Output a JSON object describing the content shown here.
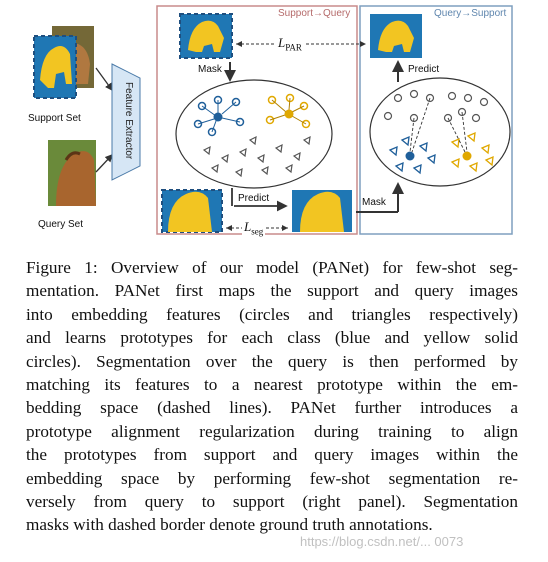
{
  "figure": {
    "support_set_label": "Support Set",
    "query_set_label": "Query Set",
    "feature_extractor_label": "Feature Extractor",
    "panel_left_title": "Support→Query",
    "panel_right_title": "Query→Support",
    "mask_label_top": "Mask",
    "mask_label_right": "Mask",
    "predict_label_bottom": "Predict",
    "predict_label_right": "Predict",
    "loss_par": "L",
    "loss_par_sub": "PAR",
    "loss_seg": "L",
    "loss_seg_sub": "seg",
    "colors": {
      "mask_blue": "#1f77b4",
      "mask_yellow": "#f2c522",
      "left_panel_border": "#c98b8b",
      "right_panel_border": "#7f9fbf",
      "extractor_fill": "#d6e6f5",
      "proto_blue": "#1f5f9a",
      "proto_yellow": "#e0a800"
    }
  },
  "caption": {
    "lines": [
      "Figure 1: Overview of our model (PANet) for few-shot seg-",
      "mentation. PANet first maps the support and query images",
      "into embedding features (circles and triangles respectively)",
      "and learns prototypes for each class (blue and yellow solid",
      "circles). Segmentation over the query is then performed by",
      "matching its features to a nearest prototype within the em-",
      "bedding space (dashed lines). PANet further introduces a",
      "prototype alignment regularization during training to align",
      "the prototypes from support and query images within the",
      "embedding space by performing few-shot segmentation re-",
      "versely from query to support (right panel). Segmentation",
      "masks with dashed border denote ground truth annotations."
    ]
  },
  "watermark": "https://blog.csdn.net/... 0073"
}
